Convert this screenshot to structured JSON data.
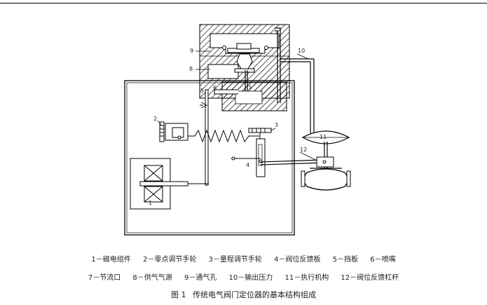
{
  "labels": {
    "n1": "1",
    "n2": "2",
    "n3": "3",
    "n4": "4",
    "n5": "5",
    "n6": "6",
    "n7": "7",
    "n8": "8",
    "n9": "9",
    "n10": "10",
    "n11": "11",
    "n12": "12"
  },
  "legend_row1": [
    "1－磁电组件",
    "2－零点调节手轮",
    "3－量程调节手轮",
    "4－阀位反馈板",
    "5－挡板",
    "6－喷嘴"
  ],
  "legend_row2": [
    "7－节流口",
    "8－供气气源",
    "9－通气孔",
    "10－输出压力",
    "11－执行机构",
    "12－阀位反馈杠杆"
  ],
  "caption": {
    "number": "图 1",
    "title": "传统电气阀门定位器的基本结构组成"
  }
}
